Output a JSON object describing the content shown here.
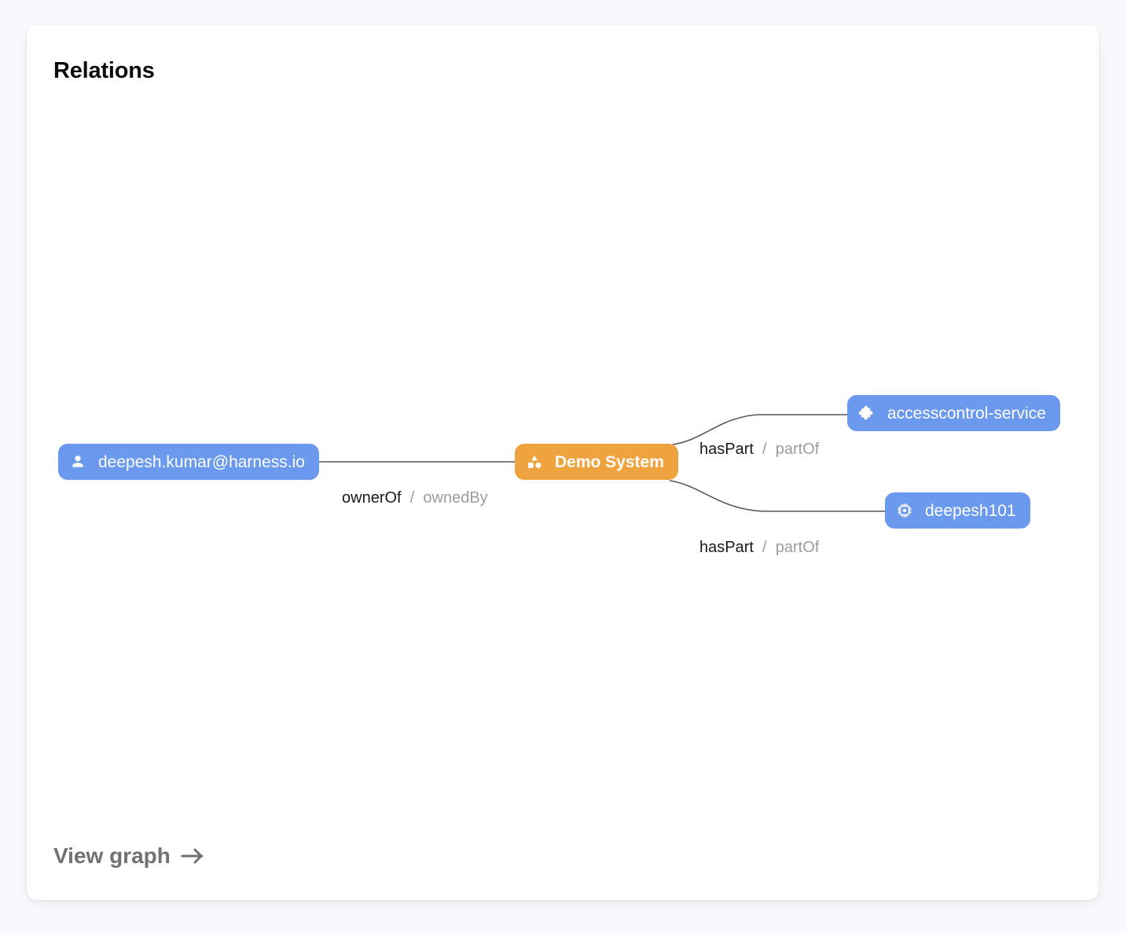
{
  "card": {
    "title": "Relations",
    "footer_link": {
      "label": "View graph",
      "icon": "arrow-right-icon"
    }
  },
  "graph": {
    "nodes": [
      {
        "id": "user",
        "label": "deepesh.kumar@harness.io",
        "kind": "user",
        "icon": "person-icon",
        "color": "#6a99ee",
        "text_color": "#ffffff"
      },
      {
        "id": "system",
        "label": "Demo System",
        "kind": "system",
        "icon": "category-shapes-icon",
        "color": "#efa33e",
        "text_color": "#ffffff"
      },
      {
        "id": "component",
        "label": "accesscontrol-service",
        "kind": "component",
        "icon": "puzzle-piece-icon",
        "color": "#6a99ee",
        "text_color": "#ffffff"
      },
      {
        "id": "resource",
        "label": "deepesh101",
        "kind": "resource",
        "icon": "memory-chip-icon",
        "color": "#6a99ee",
        "text_color": "#ffffff"
      }
    ],
    "edges": [
      {
        "id": "ownerof",
        "from": "user",
        "to": "system",
        "forward": "ownerOf",
        "separator": "/",
        "reverse": "ownedBy"
      },
      {
        "id": "haspart-component",
        "from": "system",
        "to": "component",
        "forward": "hasPart",
        "separator": "/",
        "reverse": "partOf"
      },
      {
        "id": "haspart-resource",
        "from": "system",
        "to": "resource",
        "forward": "hasPart",
        "separator": "/",
        "reverse": "partOf"
      }
    ],
    "edge_color": "#55565a"
  }
}
